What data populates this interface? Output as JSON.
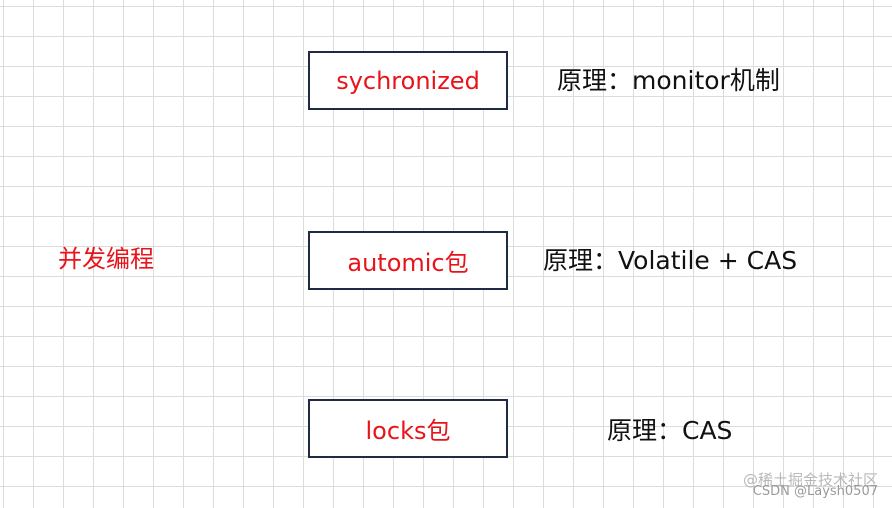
{
  "topic": "并发编程",
  "boxes": [
    {
      "label": "sychronized",
      "principle": "原理：monitor机制"
    },
    {
      "label": "automic包",
      "principle": "原理：Volatile + CAS"
    },
    {
      "label": "locks包",
      "principle": "原理：CAS"
    }
  ],
  "watermarks": {
    "platform": "@稀土掘金技术社区",
    "credit": "CSDN @Laysh0507"
  },
  "colors": {
    "highlight": "#e8141a",
    "box_border": "#1f2a44",
    "grid": "#dcdcdc"
  }
}
